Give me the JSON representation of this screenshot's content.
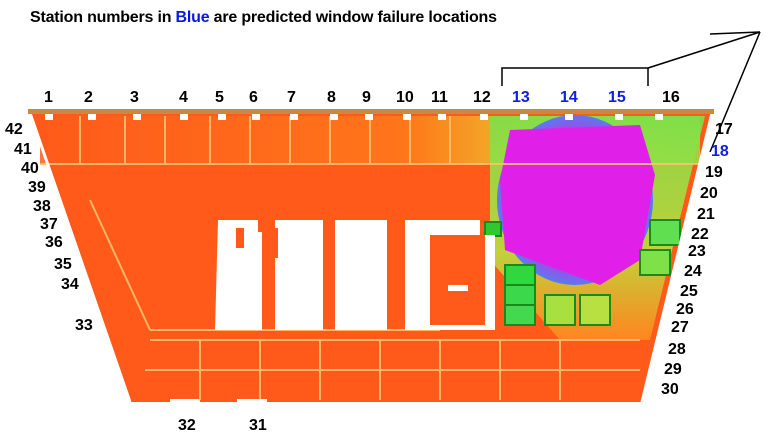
{
  "caption": {
    "before": "Station numbers in ",
    "highlight": "Blue",
    "after": " are predicted window failure locations"
  },
  "colors": {
    "hot": "#ff5a1a",
    "failure": "#e020e8",
    "blue_station": "#1020e0",
    "caption_highlight": "#0a16e6"
  },
  "stations": [
    "1",
    "2",
    "3",
    "4",
    "5",
    "6",
    "7",
    "8",
    "9",
    "10",
    "11",
    "12",
    "13",
    "14",
    "15",
    "16",
    "17",
    "18",
    "19",
    "20",
    "21",
    "22",
    "23",
    "24",
    "25",
    "26",
    "27",
    "28",
    "29",
    "30",
    "31",
    "32",
    "33",
    "34",
    "35",
    "36",
    "37",
    "38",
    "39",
    "40",
    "41",
    "42"
  ],
  "failure_stations": [
    "13",
    "14",
    "15",
    "18"
  ]
}
